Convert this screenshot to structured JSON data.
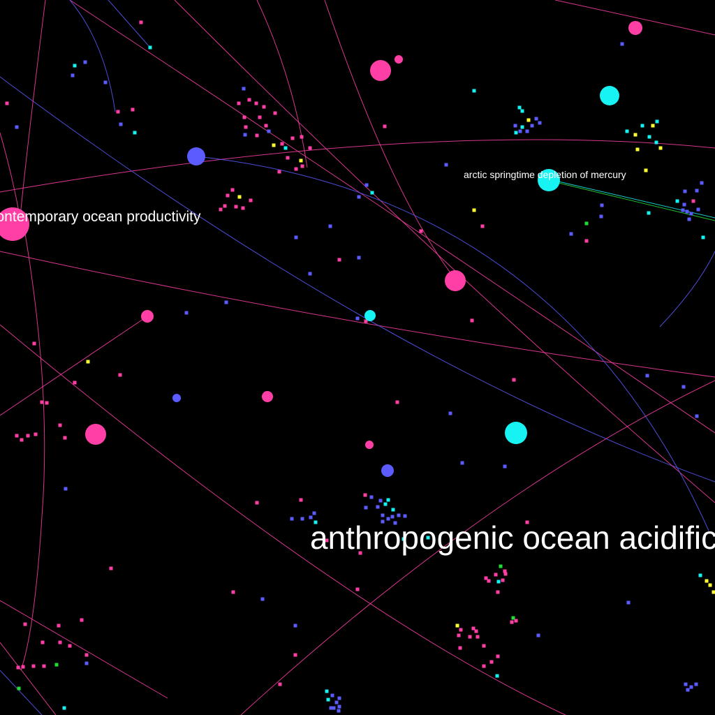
{
  "colors": {
    "background": "#000000",
    "pink": "#ff3fa6",
    "cyan": "#17f2f2",
    "purple": "#5b5bff",
    "yellow": "#ffff33",
    "green": "#22dd33",
    "label": "#ffffff"
  },
  "labels": {
    "contemporary": "contemporary ocean productivity",
    "arctic": "arctic springtime depletion of mercury",
    "anthropogenic": "anthropogenic ocean acidification"
  }
}
